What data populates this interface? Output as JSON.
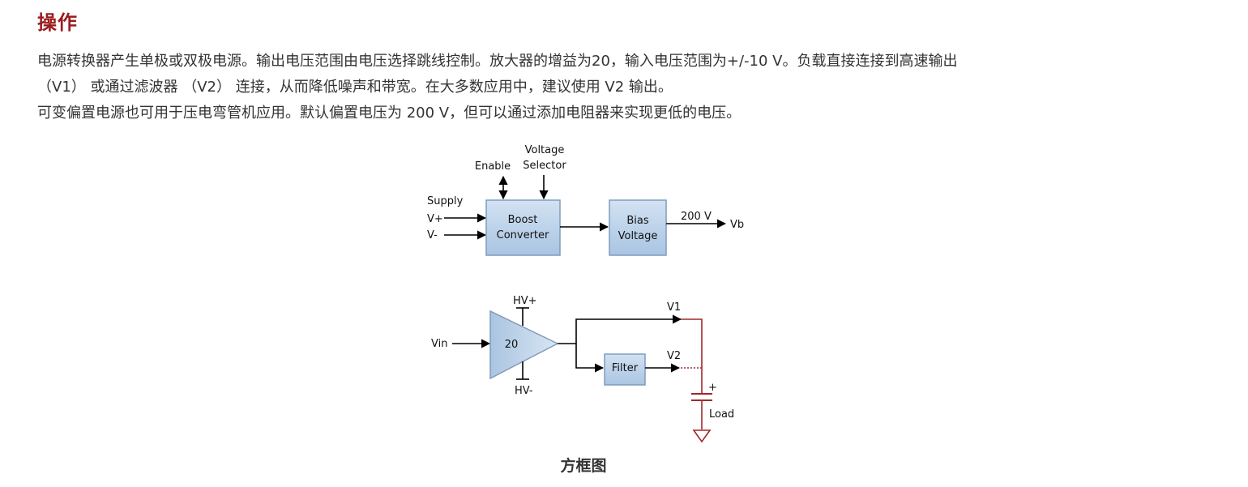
{
  "heading": "操作",
  "paragraph": {
    "line1": "电源转换器产生单极或双极电源。输出电压范围由电压选择跳线控制。放大器的增益为20，输入电压范围为+/-10 V。负载直接连接到高速输出",
    "line2": "（V1） 或通过滤波器 （V2） 连接，从而降低噪声和带宽。在大多数应用中，建议使用 V2 输出。",
    "line3": "可变偏置电源也可用于压电弯管机应用。默认偏置电压为 200 V，但可以通过添加电阻器来实现更低的电压。"
  },
  "diagram": {
    "enable": "Enable",
    "voltage_selector_1": "Voltage",
    "voltage_selector_2": "Selector",
    "supply": "Supply",
    "v_plus": "V+",
    "v_minus": "V-",
    "boost_1": "Boost",
    "boost_2": "Converter",
    "bias_1": "Bias",
    "bias_2": "Voltage",
    "bias_out": "200 V",
    "vb": "Vb",
    "hv_plus": "HV+",
    "hv_minus": "HV-",
    "vin": "Vin",
    "gain": "20",
    "v1": "V1",
    "v2": "V2",
    "filter": "Filter",
    "plus": "+",
    "load": "Load"
  },
  "caption": "方框图",
  "colors": {
    "heading": "#9a1b1e",
    "wire_load": "#a0282c",
    "block_fill": "#bcd3ea",
    "block_stroke": "#7f9cbd"
  }
}
